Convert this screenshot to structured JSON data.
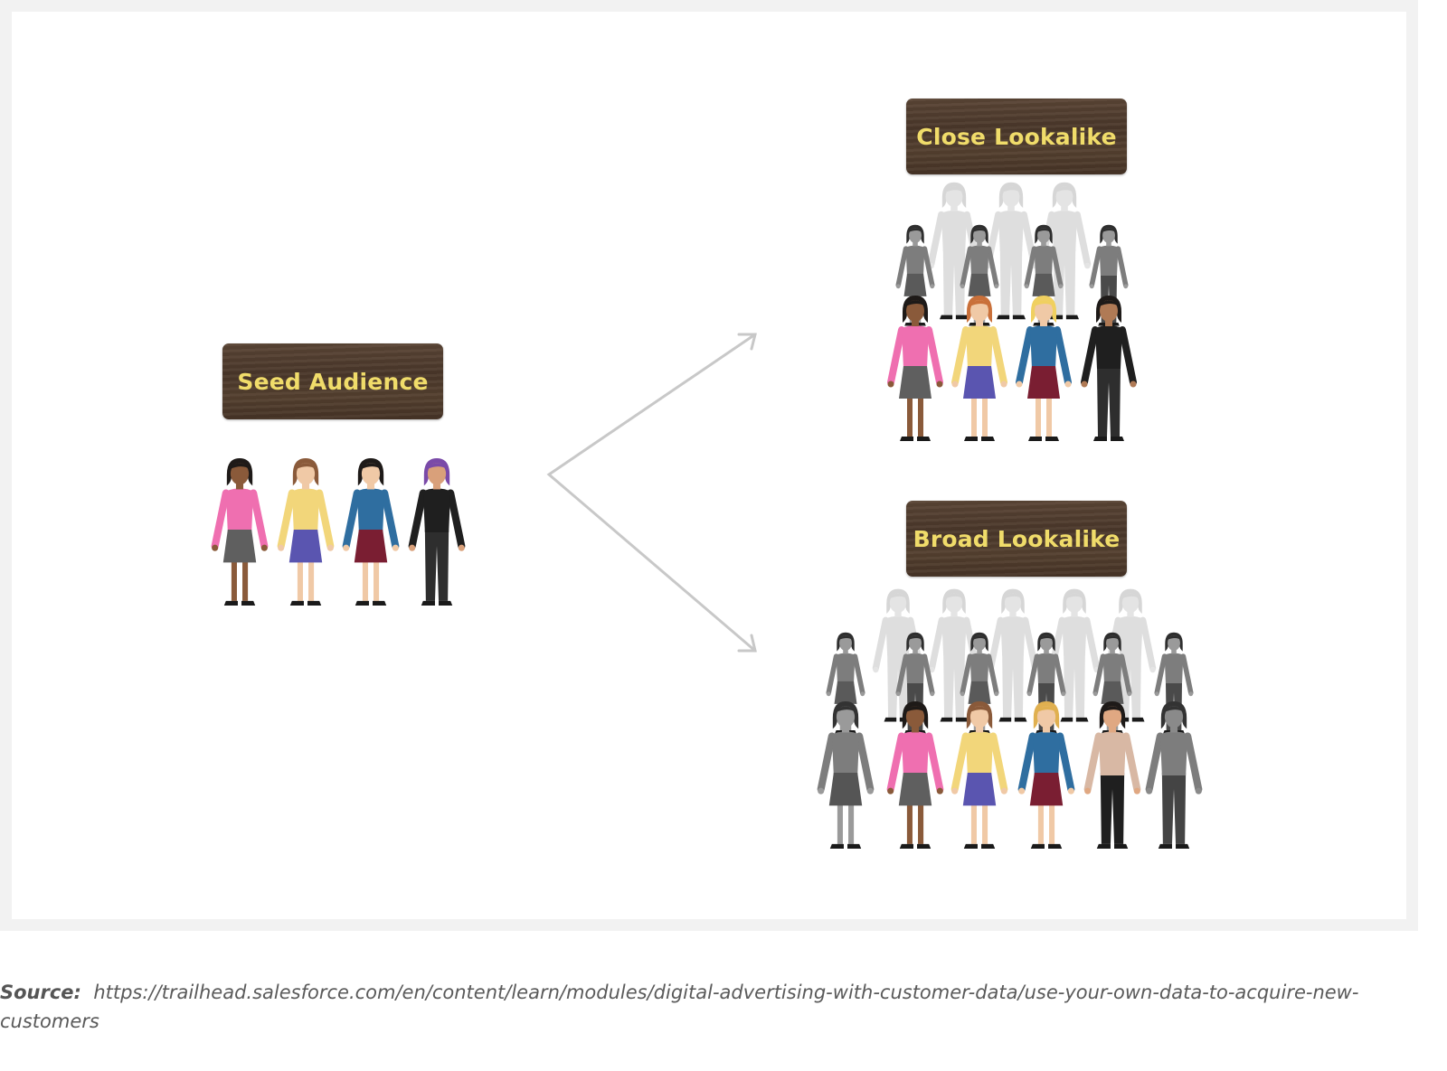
{
  "diagram": {
    "signs": {
      "seed": "Seed Audience",
      "close": "Close Lookalike",
      "broad": "Broad Lookalike"
    },
    "colors": {
      "sign_wood": "#4e3a2c",
      "sign_text": "#f0dc6a",
      "arrow": "#c8c8c8",
      "gray_figure": "#7d7d7d",
      "faded_figure": "#dcdcdc"
    },
    "figures": {
      "seed": [
        {
          "top": "#ef6fb0",
          "bottom": "#5f5f5f",
          "skin": "#8a5a3a",
          "hair": "#1e1a18",
          "legs": "skirt"
        },
        {
          "top": "#f2d67a",
          "bottom": "#5a55b0",
          "skin": "#f0c9a6",
          "hair": "#8a5a3a",
          "legs": "skirt"
        },
        {
          "top": "#2f6ea0",
          "bottom": "#7a1e32",
          "skin": "#f0c9a6",
          "hair": "#1e1a18",
          "legs": "skirt"
        },
        {
          "top": "#1f1f1f",
          "bottom": "#2e2e2e",
          "skin": "#d9a07a",
          "hair": "#7a4aa8",
          "legs": "pants"
        }
      ],
      "close_front": [
        {
          "top": "#ef6fb0",
          "bottom": "#5f5f5f",
          "skin": "#8a5a3a",
          "hair": "#1e1a18",
          "legs": "skirt"
        },
        {
          "top": "#f2d67a",
          "bottom": "#5a55b0",
          "skin": "#f0c9a6",
          "hair": "#c9703a",
          "legs": "skirt"
        },
        {
          "top": "#2f6ea0",
          "bottom": "#7a1e32",
          "skin": "#f0c9a6",
          "hair": "#f0d060",
          "legs": "skirt"
        },
        {
          "top": "#1f1f1f",
          "bottom": "#2e2e2e",
          "skin": "#b07a55",
          "hair": "#1e1a18",
          "legs": "pants"
        }
      ],
      "broad_front": [
        {
          "top": "#7d7d7d",
          "bottom": "#555555",
          "skin": "#9a9a9a",
          "hair": "#333333",
          "legs": "skirt"
        },
        {
          "top": "#ef6fb0",
          "bottom": "#5f5f5f",
          "skin": "#8a5a3a",
          "hair": "#1e1a18",
          "legs": "skirt"
        },
        {
          "top": "#f2d67a",
          "bottom": "#5a55b0",
          "skin": "#f0c9a6",
          "hair": "#8a5a3a",
          "legs": "skirt"
        },
        {
          "top": "#2f6ea0",
          "bottom": "#7a1e32",
          "skin": "#f0c9a6",
          "hair": "#e0b050",
          "legs": "skirt"
        },
        {
          "top": "#d8b8a4",
          "bottom": "#1f1f1f",
          "skin": "#e0a882",
          "hair": "#1e1a18",
          "legs": "pants"
        },
        {
          "top": "#7d7d7d",
          "bottom": "#444444",
          "skin": "#8a8a8a",
          "hair": "#333333",
          "legs": "pants"
        }
      ]
    }
  },
  "caption": {
    "label": "Source:",
    "url": "https://trailhead.salesforce.com/en/content/learn/modules/digital-advertising-with-customer-data/use-your-own-data-to-acquire-new-customers"
  }
}
